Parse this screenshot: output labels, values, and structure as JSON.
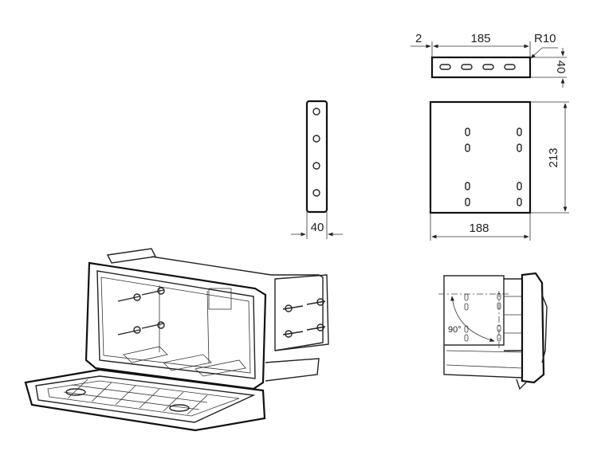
{
  "top_plate": {
    "offset_label": "2",
    "length_label": "185",
    "radius_label": "R10",
    "height_label": "40"
  },
  "side_bar": {
    "width_label": "40"
  },
  "front_plate": {
    "height_label": "213",
    "width_label": "188"
  },
  "side_view": {
    "angle_label": "90°"
  },
  "colors": {
    "line": "#222222",
    "background": "#ffffff"
  }
}
